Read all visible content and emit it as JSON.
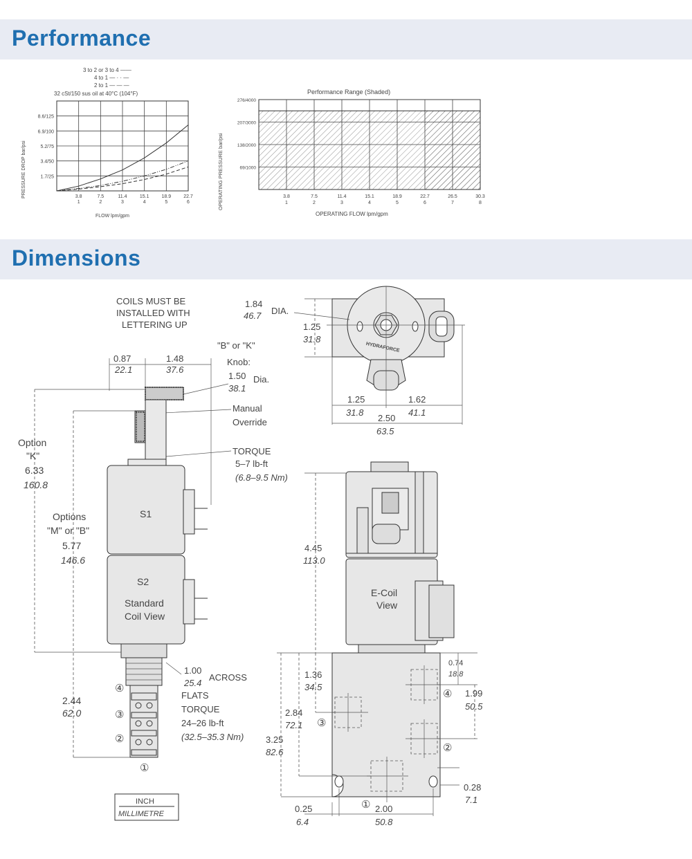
{
  "sections": {
    "performance": "Performance",
    "dimensions": "Dimensions"
  },
  "chart_data": [
    {
      "type": "line",
      "legend": [
        "3 to 2 or 3 to 4 ——",
        "4 to 1 — · · —",
        "2 to 1 — — —"
      ],
      "note": "32 cSt/150 sus oil at 40°C (104°F)",
      "ylabel": "PRESSURE DROP bar/psi",
      "xlabel": "FLOW lpm/gpm",
      "y_ticks": [
        "8.6/125",
        "6.9/100",
        "5.2/75",
        "3.4/50",
        "1.7/25"
      ],
      "x_ticks_lpm": [
        "3.8",
        "7.5",
        "11.4",
        "15.1",
        "18.9",
        "22.7"
      ],
      "x_ticks_gpm": [
        "1",
        "2",
        "3",
        "4",
        "5",
        "6"
      ],
      "xlim": [
        0,
        6
      ],
      "ylim": [
        0,
        150
      ],
      "series": [
        {
          "name": "3 to 2 or 3 to 4",
          "style": "solid",
          "x": [
            0,
            1,
            2,
            3,
            4,
            5,
            6
          ],
          "y": [
            0,
            8,
            20,
            35,
            55,
            80,
            110
          ]
        },
        {
          "name": "4 to 1",
          "style": "dash-dot",
          "x": [
            0,
            1,
            2,
            3,
            4,
            5,
            6
          ],
          "y": [
            0,
            4,
            9,
            16,
            25,
            36,
            50
          ]
        },
        {
          "name": "2 to 1",
          "style": "dashed",
          "x": [
            0,
            1,
            2,
            3,
            4,
            5,
            6
          ],
          "y": [
            0,
            3,
            7,
            12,
            19,
            28,
            40
          ]
        }
      ]
    },
    {
      "type": "area",
      "title": "Performance Range (Shaded)",
      "ylabel": "OPERATING PRESSURE bar/psi",
      "xlabel": "OPERATING FLOW lpm/gpm",
      "y_ticks": [
        "276/4000",
        "207/3000",
        "138/2000",
        "69/1000"
      ],
      "x_ticks_lpm": [
        "3.8",
        "7.5",
        "11.4",
        "15.1",
        "18.9",
        "22.7",
        "26.5",
        "30.3"
      ],
      "x_ticks_gpm": [
        "1",
        "2",
        "3",
        "4",
        "5",
        "6",
        "7",
        "8"
      ],
      "xlim": [
        0,
        8
      ],
      "ylim": [
        0,
        4000
      ],
      "shaded_region": {
        "x": [
          0,
          8
        ],
        "y": [
          0,
          3500
        ]
      }
    }
  ],
  "dims": {
    "coils_note": [
      "COILS MUST BE",
      "INSTALLED WITH",
      "LETTERING UP"
    ],
    "d087": "0.87",
    "d221": "22.1",
    "d148": "1.48",
    "d376": "37.6",
    "knob1": "\"B\" or \"K\"",
    "knob2": "Knob:",
    "d150": "1.50",
    "d381": "38.1",
    "dia": "Dia.",
    "manual1": "Manual",
    "manual2": "Override",
    "torque": "TORQUE",
    "torque_val": "5–7 lb-ft",
    "torque_nm": "(6.8–9.5 Nm)",
    "optk1": "Option",
    "optk2": "\"K\"",
    "d633": "6.33",
    "d1608": "160.8",
    "optmb1": "Options",
    "optmb2": "\"M\" or \"B\"",
    "d577": "5.77",
    "d1466": "146.6",
    "s1": "S1",
    "s2": "S2",
    "std1": "Standard",
    "std2": "Coil View",
    "d100": "1.00",
    "across": "ACROSS",
    "d254": "25.4",
    "flats": "FLATS",
    "torque2": "TORQUE",
    "torque2_val": "24–26 lb-ft",
    "torque2_nm": "(32.5–35.3 Nm)",
    "d244": "2.44",
    "d620": "62.0",
    "p4": "④",
    "p3": "③",
    "p2": "②",
    "p1": "①",
    "inch": "INCH",
    "mm": "MILLIMETRE",
    "d184": "1.84",
    "d467": "46.7",
    "dia2": "DIA.",
    "d125a": "1.25",
    "d318a": "31.8",
    "d125b": "1.25",
    "d318b": "31.8",
    "d162": "1.62",
    "d411": "41.1",
    "d250": "2.50",
    "d635": "63.5",
    "brand": "HYDRAFORCE",
    "d445": "4.45",
    "d1130": "113.0",
    "ecoil1": "E-Coil",
    "ecoil2": "View",
    "d136": "1.36",
    "d345": "34.5",
    "d284": "2.84",
    "d721": "72.1",
    "d325": "3.25",
    "d826": "82.6",
    "d074": "0.74",
    "d188": "18.8",
    "d199": "1.99",
    "d505": "50.5",
    "d028": "0.28",
    "d71": "7.1",
    "d025": "0.25",
    "d64": "6.4",
    "d200": "2.00",
    "d508": "50.8"
  }
}
